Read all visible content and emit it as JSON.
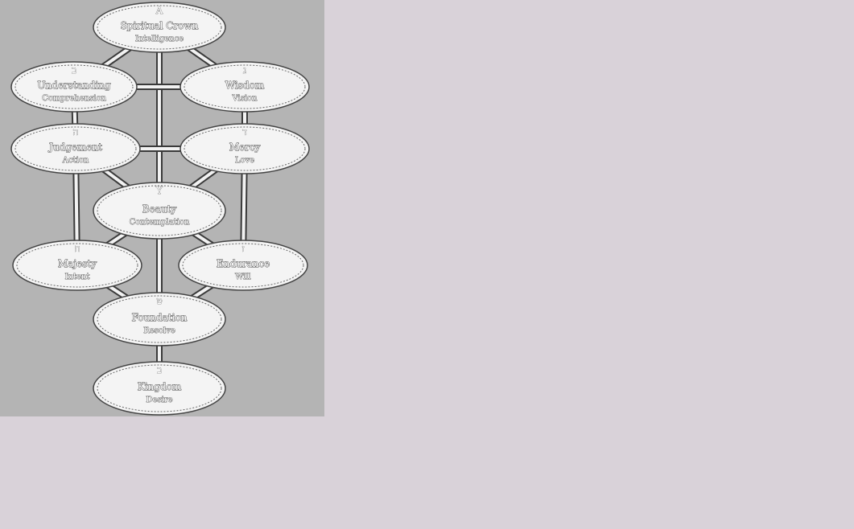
{
  "diagram": {
    "nodes": [
      {
        "id": "keter",
        "letter": "A",
        "name": "Spiritual Crown",
        "quality": "Intelligence"
      },
      {
        "id": "binah",
        "letter": "ב",
        "name": "Understanding",
        "quality": "Comprehension"
      },
      {
        "id": "chokhmah",
        "letter": "ג",
        "name": "Wisdom",
        "quality": "Vision"
      },
      {
        "id": "gevurah",
        "letter": "ה",
        "name": "Judgement",
        "quality": "Action"
      },
      {
        "id": "chesed",
        "letter": "ד",
        "name": "Mercy",
        "quality": "Love"
      },
      {
        "id": "tiferet",
        "letter": "Y",
        "name": "Beauty",
        "quality": "Contemplation"
      },
      {
        "id": "hod",
        "letter": "ח",
        "name": "Majesty",
        "quality": "Intent"
      },
      {
        "id": "netzach",
        "letter": "ז",
        "name": "Endurance",
        "quality": "Will"
      },
      {
        "id": "yesod",
        "letter": "ט",
        "name": "Foundation",
        "quality": "Resolve"
      },
      {
        "id": "malkhut",
        "letter": "ב",
        "name": "Kingdom",
        "quality": "Desire"
      }
    ],
    "edges": [
      [
        "keter",
        "binah"
      ],
      [
        "keter",
        "chokhmah"
      ],
      [
        "keter",
        "tiferet"
      ],
      [
        "binah",
        "chokhmah"
      ],
      [
        "binah",
        "gevurah"
      ],
      [
        "chokhmah",
        "chesed"
      ],
      [
        "gevurah",
        "chesed"
      ],
      [
        "gevurah",
        "tiferet"
      ],
      [
        "chesed",
        "tiferet"
      ],
      [
        "gevurah",
        "hod"
      ],
      [
        "chesed",
        "netzach"
      ],
      [
        "tiferet",
        "hod"
      ],
      [
        "tiferet",
        "netzach"
      ],
      [
        "tiferet",
        "yesod"
      ],
      [
        "hod",
        "yesod"
      ],
      [
        "netzach",
        "yesod"
      ],
      [
        "yesod",
        "malkhut"
      ]
    ]
  }
}
